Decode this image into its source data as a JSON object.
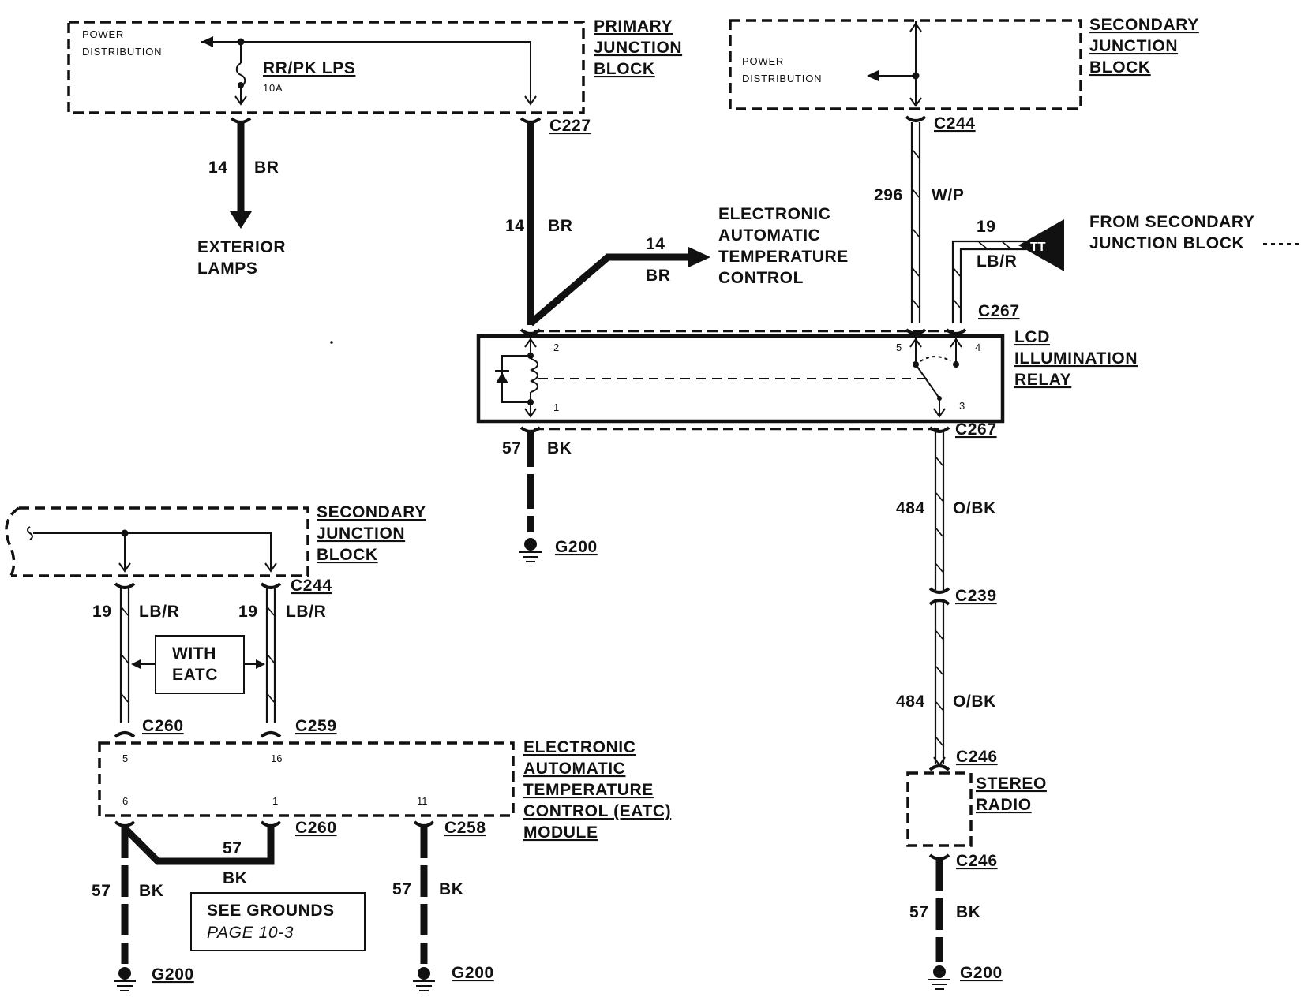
{
  "primary_junction_block": {
    "title": [
      "PRIMARY",
      "JUNCTION",
      "BLOCK"
    ],
    "power_distribution": [
      "POWER",
      "DISTRIBUTION"
    ],
    "fuse_name": "RR/PK LPS",
    "fuse_rating": "10A"
  },
  "secondary_junction_block_top": {
    "title": [
      "SECONDARY",
      "JUNCTION",
      "BLOCK"
    ],
    "power_distribution": [
      "POWER",
      "DISTRIBUTION"
    ]
  },
  "secondary_junction_block_left": {
    "title": [
      "SECONDARY",
      "JUNCTION",
      "BLOCK"
    ]
  },
  "connectors": {
    "c227": "C227",
    "c244_top": "C244",
    "c267_top": "C267",
    "c267_bottom": "C267",
    "c239": "C239",
    "c246_top": "C246",
    "c246_bottom": "C246",
    "c244_left": "C244",
    "c260_top": "C260",
    "c259": "C259",
    "c260_bottom": "C260",
    "c258": "C258"
  },
  "wires": {
    "exterior_circuit": "14",
    "exterior_color": "BR",
    "main_circuit": "14",
    "main_color": "BR",
    "eatc_branch_circuit": "14",
    "eatc_branch_color": "BR",
    "w_p_circuit": "296",
    "w_p_color": "W/P",
    "lbr_circuit": "19",
    "lbr_color": "LB/R",
    "relay_gnd_circuit": "57",
    "relay_gnd_color": "BK",
    "obk_upper_circuit": "484",
    "obk_upper_color": "O/BK",
    "obk_lower_circuit": "484",
    "obk_lower_color": "O/BK",
    "radio_gnd_circuit": "57",
    "radio_gnd_color": "BK",
    "left_lbr1_circuit": "19",
    "left_lbr1_color": "LB/R",
    "left_lbr2_circuit": "19",
    "left_lbr2_color": "LB/R",
    "eatc_jumper_circuit": "57",
    "eatc_jumper_color": "BK",
    "eatc_gnd1_circuit": "57",
    "eatc_gnd1_color": "BK",
    "eatc_gnd2_circuit": "57",
    "eatc_gnd2_color": "BK"
  },
  "destinations": {
    "exterior_lamps": [
      "EXTERIOR",
      "LAMPS"
    ],
    "eatc": [
      "ELECTRONIC",
      "AUTOMATIC",
      "TEMPERATURE",
      "CONTROL"
    ],
    "from_secondary": [
      "FROM SECONDARY",
      "JUNCTION BLOCK"
    ],
    "tt_marker": "TT"
  },
  "relay": {
    "title": [
      "LCD",
      "ILLUMINATION",
      "RELAY"
    ],
    "pins": [
      "2",
      "1",
      "5",
      "4",
      "3"
    ]
  },
  "eatc_module": {
    "title": [
      "ELECTRONIC",
      "AUTOMATIC",
      "TEMPERATURE",
      "CONTROL (EATC)",
      "MODULE"
    ],
    "pins": [
      "5",
      "16",
      "6",
      "1",
      "11"
    ]
  },
  "with_eatc_label": [
    "WITH",
    "EATC"
  ],
  "see_grounds": [
    "SEE GROUNDS",
    "PAGE 10-3"
  ],
  "stereo_radio": [
    "STEREO",
    "RADIO"
  ],
  "grounds": {
    "relay": "G200",
    "radio": "G200",
    "eatc_left": "G200",
    "eatc_right": "G200"
  }
}
